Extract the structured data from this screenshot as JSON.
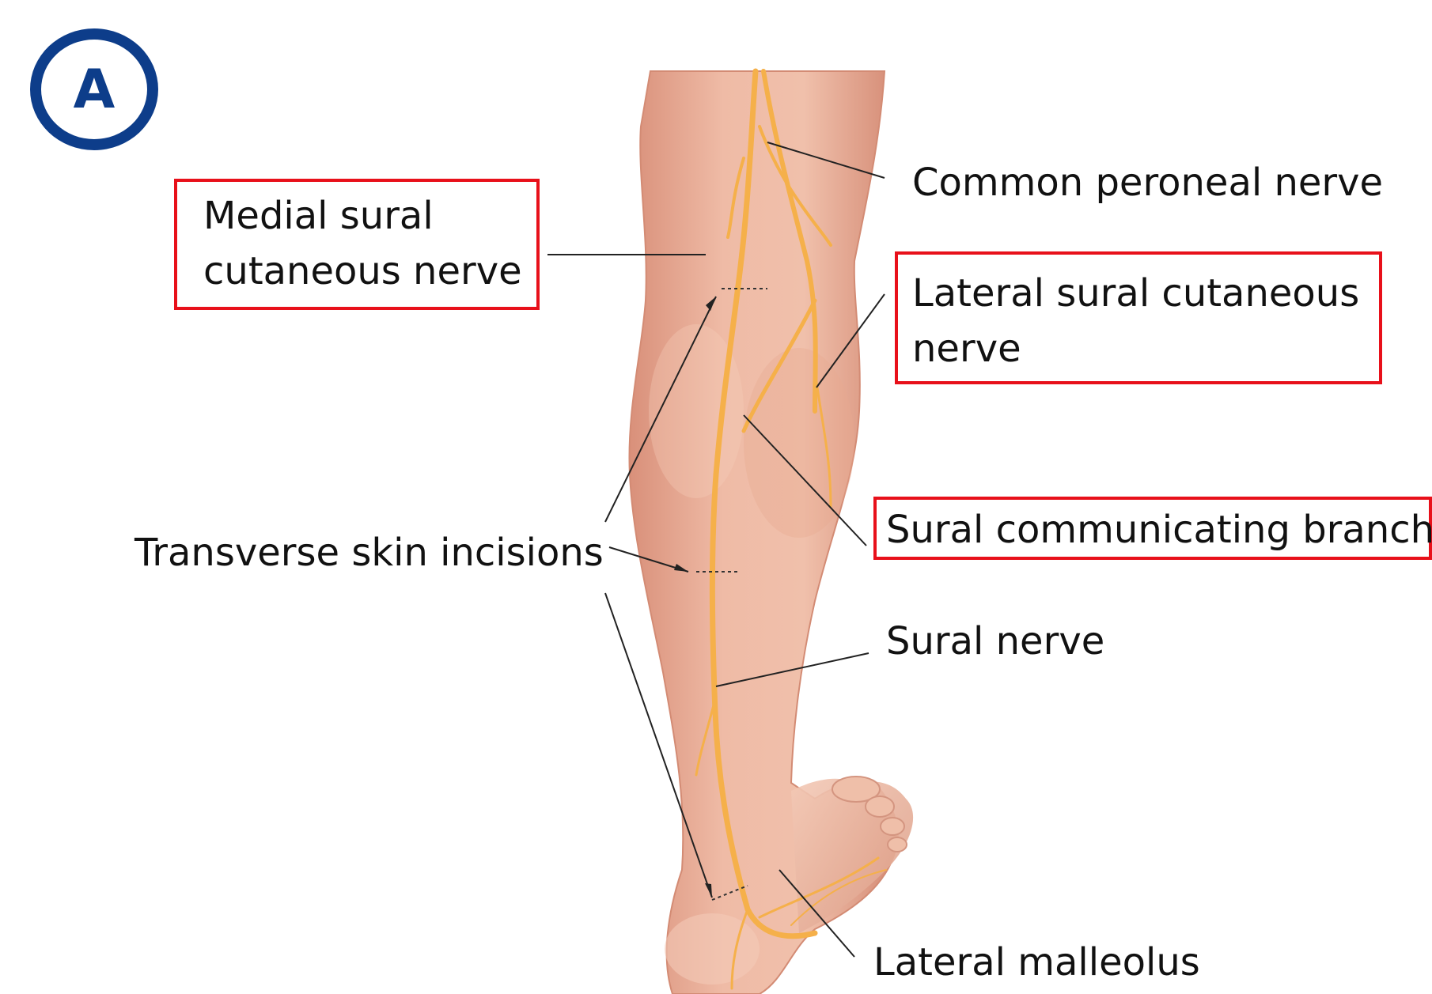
{
  "panel_letter": "A",
  "labels": {
    "common_peroneal": "Common peroneal nerve",
    "medial_sural_line1": "Medial sural",
    "medial_sural_line2": "cutaneous nerve",
    "lateral_sural_line1": "Lateral sural cutaneous",
    "lateral_sural_line2": "nerve",
    "sural_communicating": "Sural communicating branch",
    "transverse_incisions": "Transverse skin incisions",
    "sural_nerve": "Sural nerve",
    "lateral_malleolus": "Lateral malleolus"
  },
  "colors": {
    "badge": "#0d3d8a",
    "highlight_box": "#e8101a",
    "nerve": "#f5b04a",
    "skin": "#e8a891",
    "leader_line": "#222222"
  }
}
